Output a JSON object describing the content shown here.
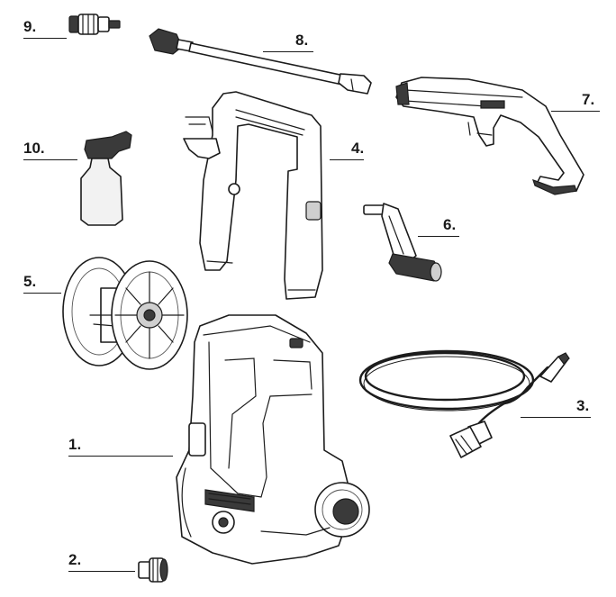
{
  "parts": [
    {
      "number": "1.",
      "name": "pressure-washer-body"
    },
    {
      "number": "2.",
      "name": "water-inlet-connector"
    },
    {
      "number": "3.",
      "name": "high-pressure-hose"
    },
    {
      "number": "4.",
      "name": "carrying-handle"
    },
    {
      "number": "5.",
      "name": "hose-reel"
    },
    {
      "number": "6.",
      "name": "hose-reel-crank"
    },
    {
      "number": "7.",
      "name": "spray-gun"
    },
    {
      "number": "8.",
      "name": "lance"
    },
    {
      "number": "9.",
      "name": "nozzle"
    },
    {
      "number": "10.",
      "name": "detergent-bottle"
    }
  ]
}
